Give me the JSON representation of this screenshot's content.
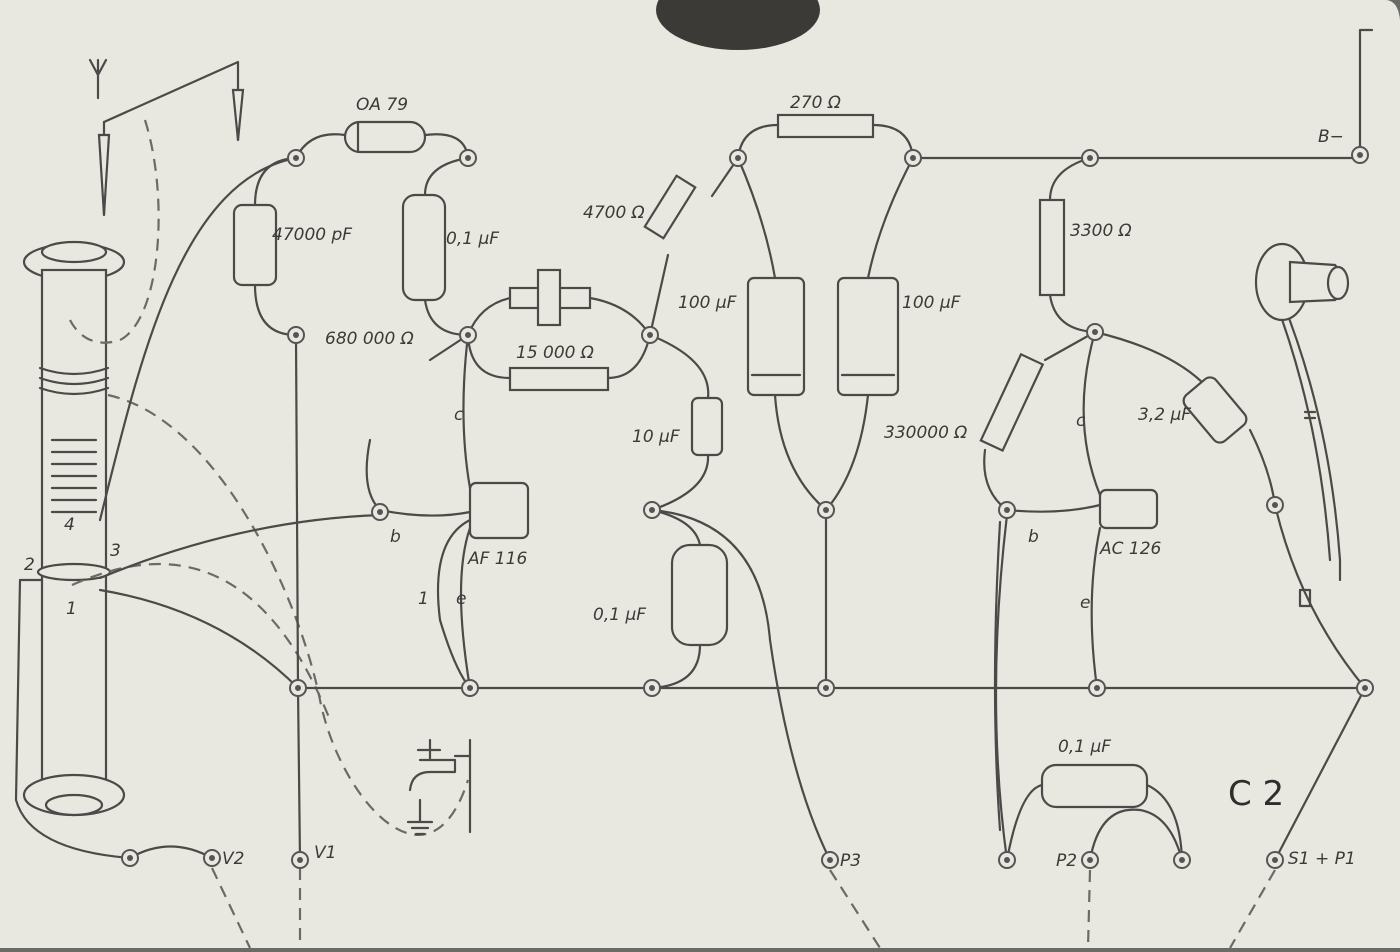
{
  "board": {
    "title": "C 2",
    "colors": {
      "paper": "#e9e8e0",
      "ink": "#4a4a48",
      "backdrop": "#6b6b66"
    }
  },
  "components": {
    "diode": "OA 79",
    "cap_47000pf": "47000 pF",
    "cap_01uf_a": "0,1 µF",
    "res_680000": "680 000 Ω",
    "res_15000": "15 000 Ω",
    "res_270": "270 Ω",
    "res_4700": "4700 Ω",
    "cap_100uf_a": "100 µF",
    "cap_100uf_b": "100 µF",
    "cap_10uf": "10 µF",
    "cap_01uf_b": "0,1 µF",
    "res_3300": "3300 Ω",
    "res_330000": "330000 Ω",
    "cap_32uf": "3,2 µF",
    "cap_01uf_c": "0,1 µF",
    "transistor_1": "AF 116",
    "transistor_2": "AC 126"
  },
  "pins": {
    "c1": "c",
    "b1": "b",
    "e1": "e",
    "one": "1",
    "c2": "c",
    "b2": "b",
    "e2": "e",
    "coil_1": "1",
    "coil_2": "2",
    "coil_3": "3",
    "coil_4": "4"
  },
  "terminals": {
    "v2": "V2",
    "v1": "V1",
    "p3": "P3",
    "p2": "P2",
    "s1p1": "S1 + P1",
    "b_minus": "B−"
  },
  "icons": [
    "antenna-icon",
    "water-tap-ground-icon",
    "earphone-icon",
    "ground-icon"
  ]
}
